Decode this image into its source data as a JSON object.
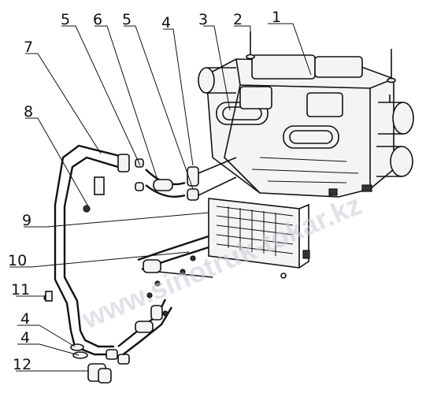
{
  "diagram": {
    "callouts": [
      {
        "id": "c1",
        "label": "1"
      },
      {
        "id": "c2",
        "label": "2"
      },
      {
        "id": "c3",
        "label": "3"
      },
      {
        "id": "c4a",
        "label": "4"
      },
      {
        "id": "c5a",
        "label": "5"
      },
      {
        "id": "c6",
        "label": "6"
      },
      {
        "id": "c5b",
        "label": "5"
      },
      {
        "id": "c7",
        "label": "7"
      },
      {
        "id": "c8",
        "label": "8"
      },
      {
        "id": "c9",
        "label": "9"
      },
      {
        "id": "c10",
        "label": "10"
      },
      {
        "id": "c11",
        "label": "11"
      },
      {
        "id": "c4b",
        "label": "4"
      },
      {
        "id": "c4c",
        "label": "4"
      },
      {
        "id": "c12",
        "label": "12"
      }
    ],
    "watermark": "www.sinotruk-tokar.kz"
  }
}
